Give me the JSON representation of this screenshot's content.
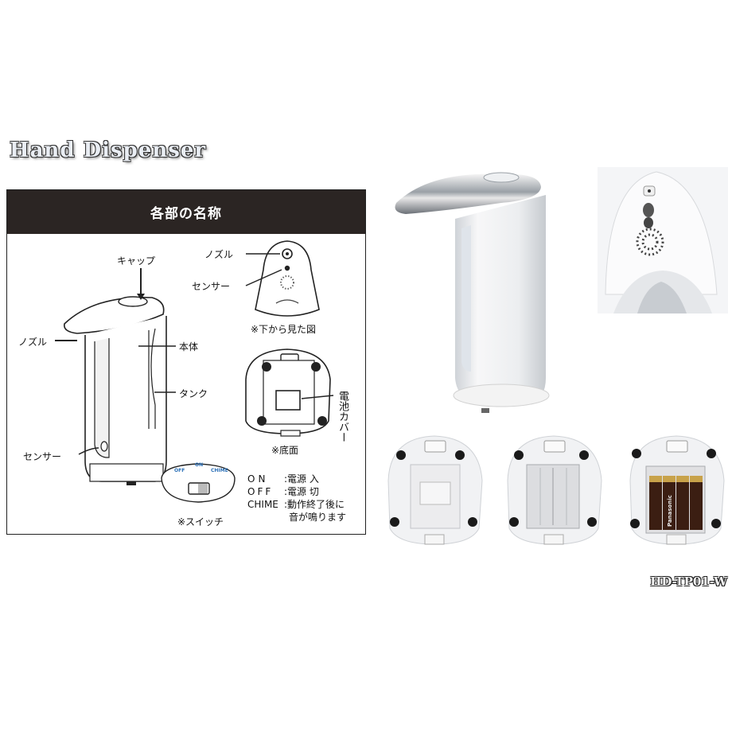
{
  "title": "Hand Dispenser",
  "panel": {
    "header": "各部の名称",
    "labels": {
      "cap": "キャップ",
      "nozzle": "ノズル",
      "body": "本体",
      "tank": "タンク",
      "sensor": "センサー",
      "nozzle_bottom": "ノズル",
      "sensor_bottom": "センサー",
      "view_from_below": "※下から見た図",
      "battery_cover": "電池カバー",
      "base": "※底面",
      "switch_caption": "※スイッチ"
    },
    "switch_markings": {
      "off": "OFF",
      "on": "ON",
      "chime": "CHIME"
    },
    "specs": [
      {
        "key": "ON",
        "value": ":電源 入"
      },
      {
        "key": "OFF",
        "value": ":電源 切"
      },
      {
        "key": "CHIME",
        "value": ":動作終了後に"
      },
      {
        "key": "",
        "value": "音が鳴ります"
      }
    ]
  },
  "battery_brand": "Panasonic",
  "model_number": "HD-TP01-W"
}
